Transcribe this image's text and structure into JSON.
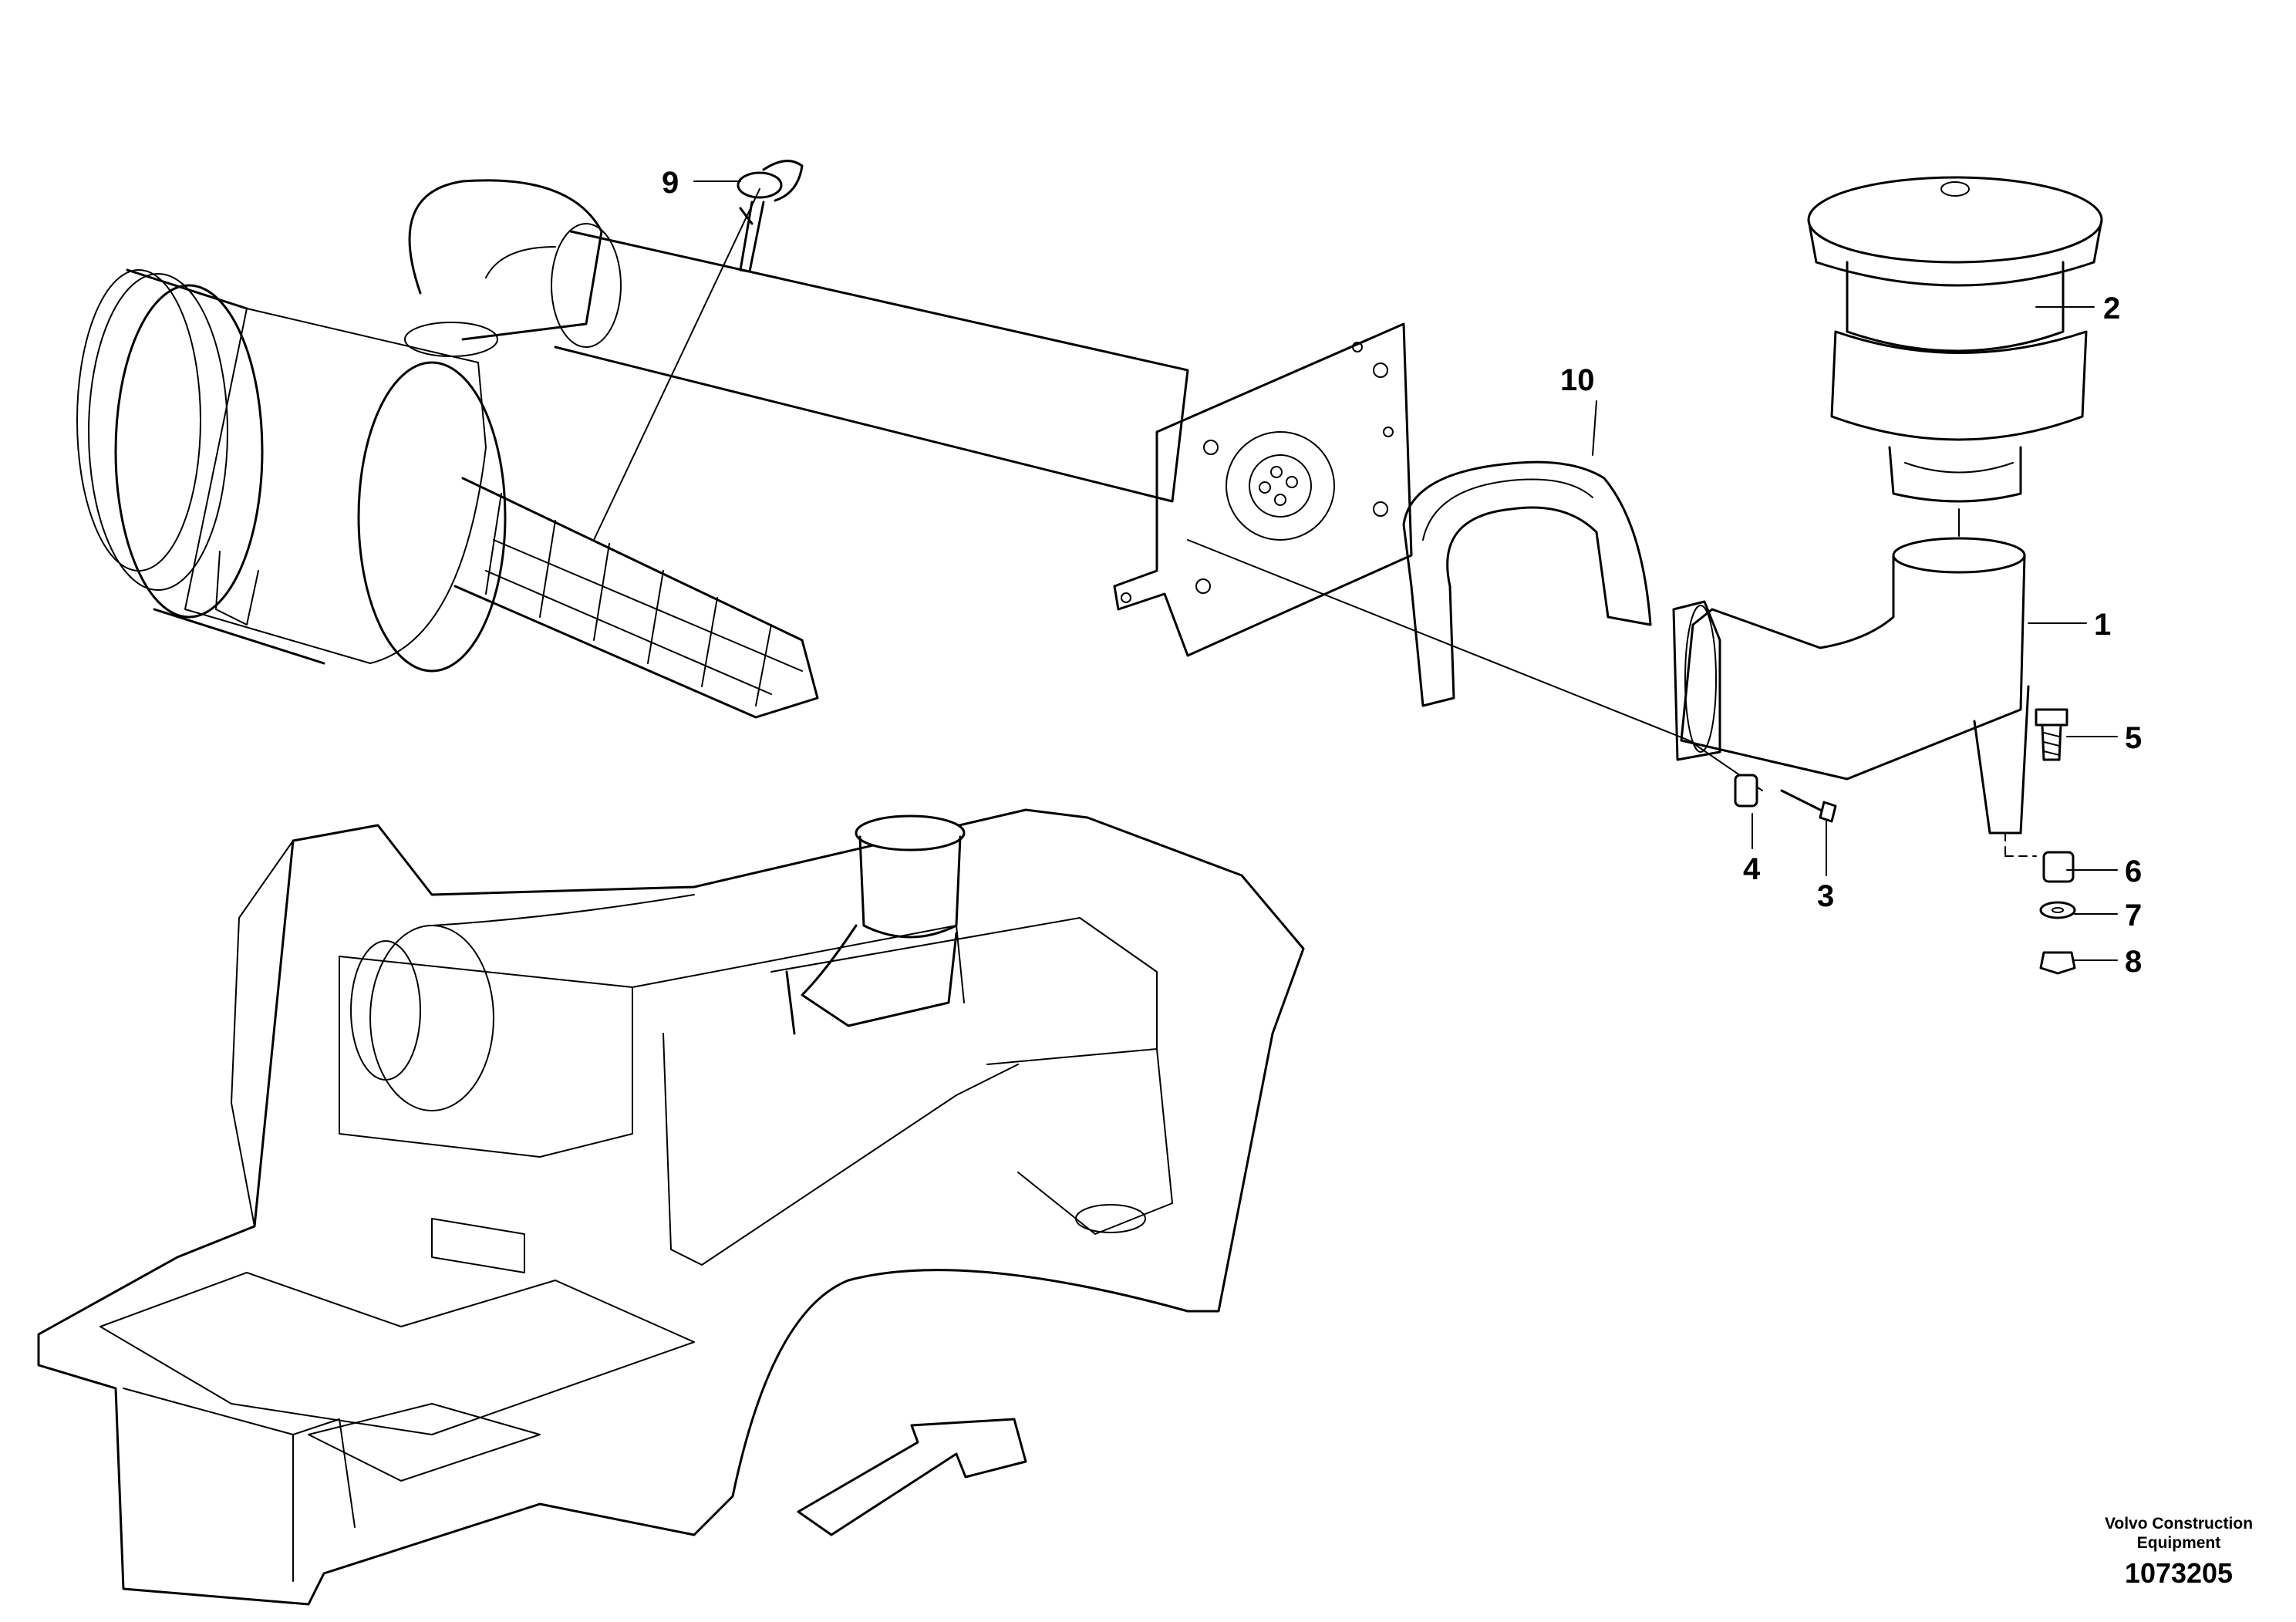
{
  "callouts": [
    {
      "id": "1",
      "label": "1"
    },
    {
      "id": "2",
      "label": "2"
    },
    {
      "id": "3",
      "label": "3"
    },
    {
      "id": "4",
      "label": "4"
    },
    {
      "id": "5",
      "label": "5"
    },
    {
      "id": "6",
      "label": "6"
    },
    {
      "id": "7",
      "label": "7"
    },
    {
      "id": "8",
      "label": "8"
    },
    {
      "id": "9",
      "label": "9"
    },
    {
      "id": "10",
      "label": "10"
    }
  ],
  "footer": {
    "maker_line1": "Volvo Construction",
    "maker_line2": "Equipment",
    "drawing_number": "1073205"
  }
}
